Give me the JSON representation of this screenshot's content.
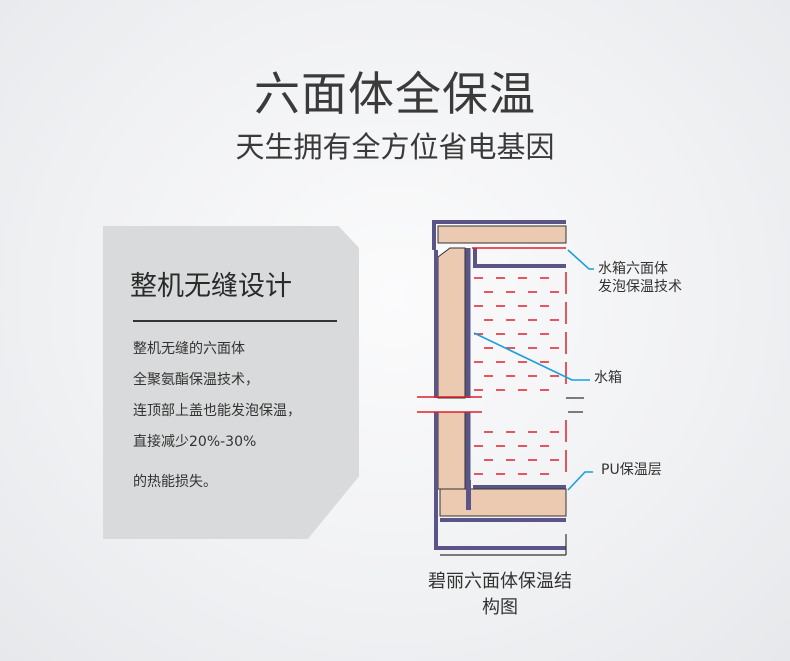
{
  "header": {
    "title": "六面体全保温",
    "subtitle": "天生拥有全方位省电基因"
  },
  "panel": {
    "title": "整机无缝设计",
    "lines": [
      "整机无缝的六面体",
      "全聚氨酯保温技术，",
      "连顶部上盖也能发泡保温，",
      "直接减少20%-30%",
      "的热能损失。"
    ]
  },
  "diagram": {
    "labels": {
      "foam_line1": "水箱六面体",
      "foam_line2": "发泡保温技术",
      "tank": "水箱",
      "pu": "PU保温层"
    },
    "caption": "碧丽六面体保温结构图",
    "colors": {
      "frame": "#5b5487",
      "insulation": "#ecc9b1",
      "water": "#e0202a",
      "leader": "#1a9ee0"
    }
  }
}
